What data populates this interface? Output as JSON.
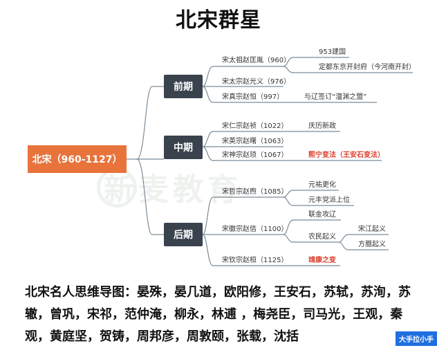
{
  "title": "北宋群星",
  "root": "北宋（960-1127）",
  "periods": {
    "early": "前期",
    "middle": "中期",
    "late": "后期"
  },
  "emperors": {
    "taizu": "宋太祖赵匡胤（960）",
    "taizong": "宋太宗赵光义（976）",
    "zhenzong": "宋真宗赵恒（997）",
    "renzong": "宋仁宗赵祯（1022）",
    "yingzong": "宋英宗赵曙（1063）",
    "shenzong": "宋神宗赵顼（1067）",
    "zhezong": "宋哲宗赵煦（1085）",
    "huizong": "宋徽宗赵佶（1100）",
    "qinzong": "宋钦宗赵桓（1125）"
  },
  "events": {
    "jianguo": "953建国",
    "dingdu": "定都东京开封府（今河南开封）",
    "chanyuan": "与辽签订“澶渊之盟”",
    "qingli": "庆历新政",
    "xining": "熙宁变法（王安石变法）",
    "yuanyou_change": "元祐更化",
    "yuanfeng": "元丰党派上位",
    "lianjin": "联金攻辽",
    "nongmin": "农民起义",
    "songjiang": "宋江起义",
    "fangla": "方腊起义",
    "jingkang": "靖康之变"
  },
  "watermark": "新麦教育",
  "bottom_text": "北宋名人思维导图：晏殊，晏几道，欧阳修，王安石，苏轼，苏洵，苏辙，曾巩，宋祁，范仲淹，柳永，林逋 ，梅尧臣，司马光，王观，秦观，黄庭坚，贺铸，周邦彦，周敦颐，张载，沈括",
  "badge": "大手拉小手",
  "colors": {
    "root_bg": "#e8743c",
    "period_bg": "#39424d",
    "line": "#7a8a96",
    "highlight": "#d9402e"
  }
}
